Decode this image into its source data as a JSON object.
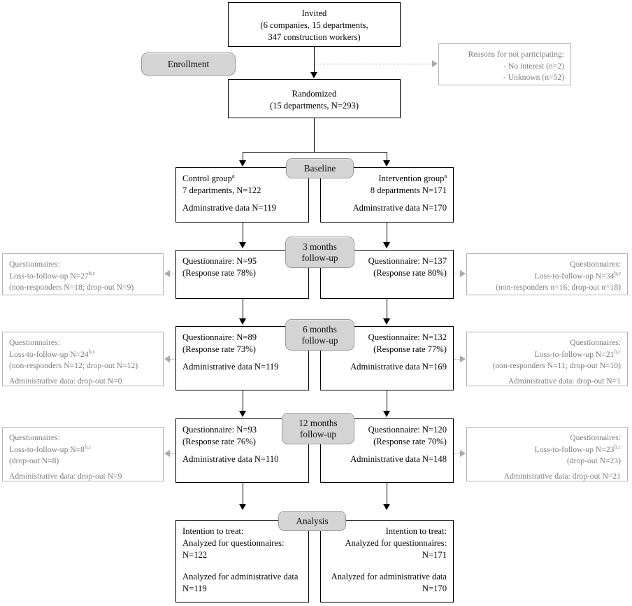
{
  "diagram": {
    "title": "CONSORT participant flow diagram",
    "colors": {
      "box_border": "#000000",
      "side_box_border": "#b2b2b2",
      "side_box_text": "#7d7d7d",
      "pill_fill": "#d4d4d4",
      "pill_border": "#9a9a9a",
      "connector": "#000000",
      "dotted_connector": "#a9a9a9"
    }
  },
  "phases": {
    "enrollment": "Enrollment",
    "baseline": "Baseline",
    "followup_3m_line1": "3 months",
    "followup_3m_line2": "follow-up",
    "followup_6m_line1": "6 months",
    "followup_6m_line2": "follow-up",
    "followup_12m_line1": "12 months",
    "followup_12m_line2": "follow-up",
    "analysis": "Analysis"
  },
  "invited": {
    "line1": "Invited",
    "line2": "(6 companies, 15 departments,",
    "line3": "347 construction workers)"
  },
  "not_participating": {
    "line1": "Reasons for not participating:",
    "line2": "- No interest (n=2)",
    "line3": "- Unknown (n=52)"
  },
  "randomized": {
    "line1": "Randomized",
    "line2": "(15 departments, N=293)"
  },
  "baseline": {
    "control": {
      "line1": "Control group",
      "line1_sup": "a",
      "line2": "7 departments, N=122",
      "line3": "Adminstrative data N=119"
    },
    "intervention": {
      "line1": "Intervention group",
      "line1_sup": "a",
      "line2": "8 departments N=171",
      "line3": "Adminstrative data N=170"
    }
  },
  "m3": {
    "control": {
      "line1": "Questionnaire:  N=95",
      "line2": "(Response rate 78%)"
    },
    "intervention": {
      "line1": "Questionnaire: N=137",
      "line2": "(Response rate 80%)"
    },
    "loss_left": {
      "line1": "Questionnaires:",
      "line2_pre": " Loss-to-follow-up  N=27",
      "line2_sup": "b,c",
      "line3": "(non-responders N=18; drop-out N=9)"
    },
    "loss_right": {
      "line1": "Questionnaires:",
      "line2_pre": "Loss-to-follow-up  N=34",
      "line2_sup": "b,c",
      "line3": "(non-responders n=16; drop-out n=18)"
    }
  },
  "m6": {
    "control": {
      "line1": "Questionnaire:  N=89",
      "line2": "(Response rate 73%)",
      "line3": "Administrative data N=119"
    },
    "intervention": {
      "line1": "Questionnaire: N=132",
      "line2": "(Response rate 77%)",
      "line3": "Administrative data N=169"
    },
    "loss_left": {
      "line1": "Questionnaires:",
      "line2_pre": " Loss-to-follow-up  N=24",
      "line2_sup": "b,c",
      "line3": "(non-responders N=12; drop-out N=12)",
      "line4": "Administrative data: drop-out  N=0"
    },
    "loss_right": {
      "line1": "Questionnaires:",
      "line2_pre": "Loss-to-follow-up  N=21",
      "line2_sup": "b,c",
      "line3": "(non-responders N=11; drop-out N=10)",
      "line4": "Administrative data: drop-out  N=1"
    }
  },
  "m12": {
    "control": {
      "line1": "Questionnaire:  N=93",
      "line2": "(Response rate 76%)",
      "line3": "Administrative data N=110"
    },
    "intervention": {
      "line1": "Questionnaire: N=120",
      "line2": "(Response rate 70%)",
      "line3": "Administrative data N=148"
    },
    "loss_left": {
      "line1": "Questionnaires:",
      "line2_pre": " Loss-to-follow-up  N=8",
      "line2_sup": "b,c",
      "line3": "(drop-out N=8)",
      "line4": "Administrative data: drop-out  N=9"
    },
    "loss_right": {
      "line1": "Questionnaires:",
      "line2_pre": "Loss-to-follow-up  N=23",
      "line2_sup": "b,c",
      "line3": "(drop-out N=23)",
      "line4": "Administrative data: drop-out  N=21"
    }
  },
  "analysis": {
    "control": {
      "line1": "Intention to treat:",
      "line2": "Analyzed for questionnaires:",
      "line3": "N=122",
      "line4": "Analyzed for administrative data",
      "line5": "N=119"
    },
    "intervention": {
      "line1": "Intention to treat:",
      "line2": "Analyzed for questionnaires:",
      "line3": "N=171",
      "line4": "Analyzed for administrative data",
      "line5": "N=170"
    }
  }
}
